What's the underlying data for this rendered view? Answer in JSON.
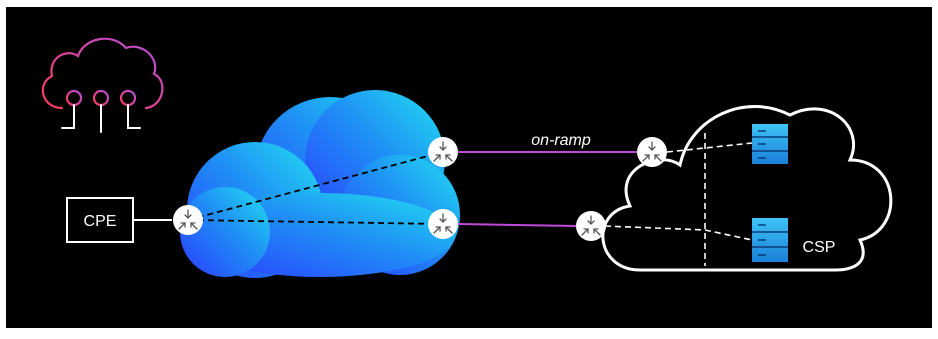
{
  "diagram": {
    "labels": {
      "cpe": "CPE",
      "on_ramp": "on-ramp",
      "csp": "CSP"
    },
    "colors": {
      "background": "#000000",
      "frame": "#ffffff",
      "cloud_gradient_start": "#2b3cff",
      "cloud_gradient_end": "#22d6ee",
      "link_magenta": "#c04ad8",
      "server_blue": "#1ea8e8",
      "icon_gradient_start": "#ff3b5c",
      "icon_gradient_end": "#b14fd8"
    },
    "icons": {
      "logo": "cloud-network-icon",
      "router": "router-icon",
      "server": "server-icon"
    }
  }
}
